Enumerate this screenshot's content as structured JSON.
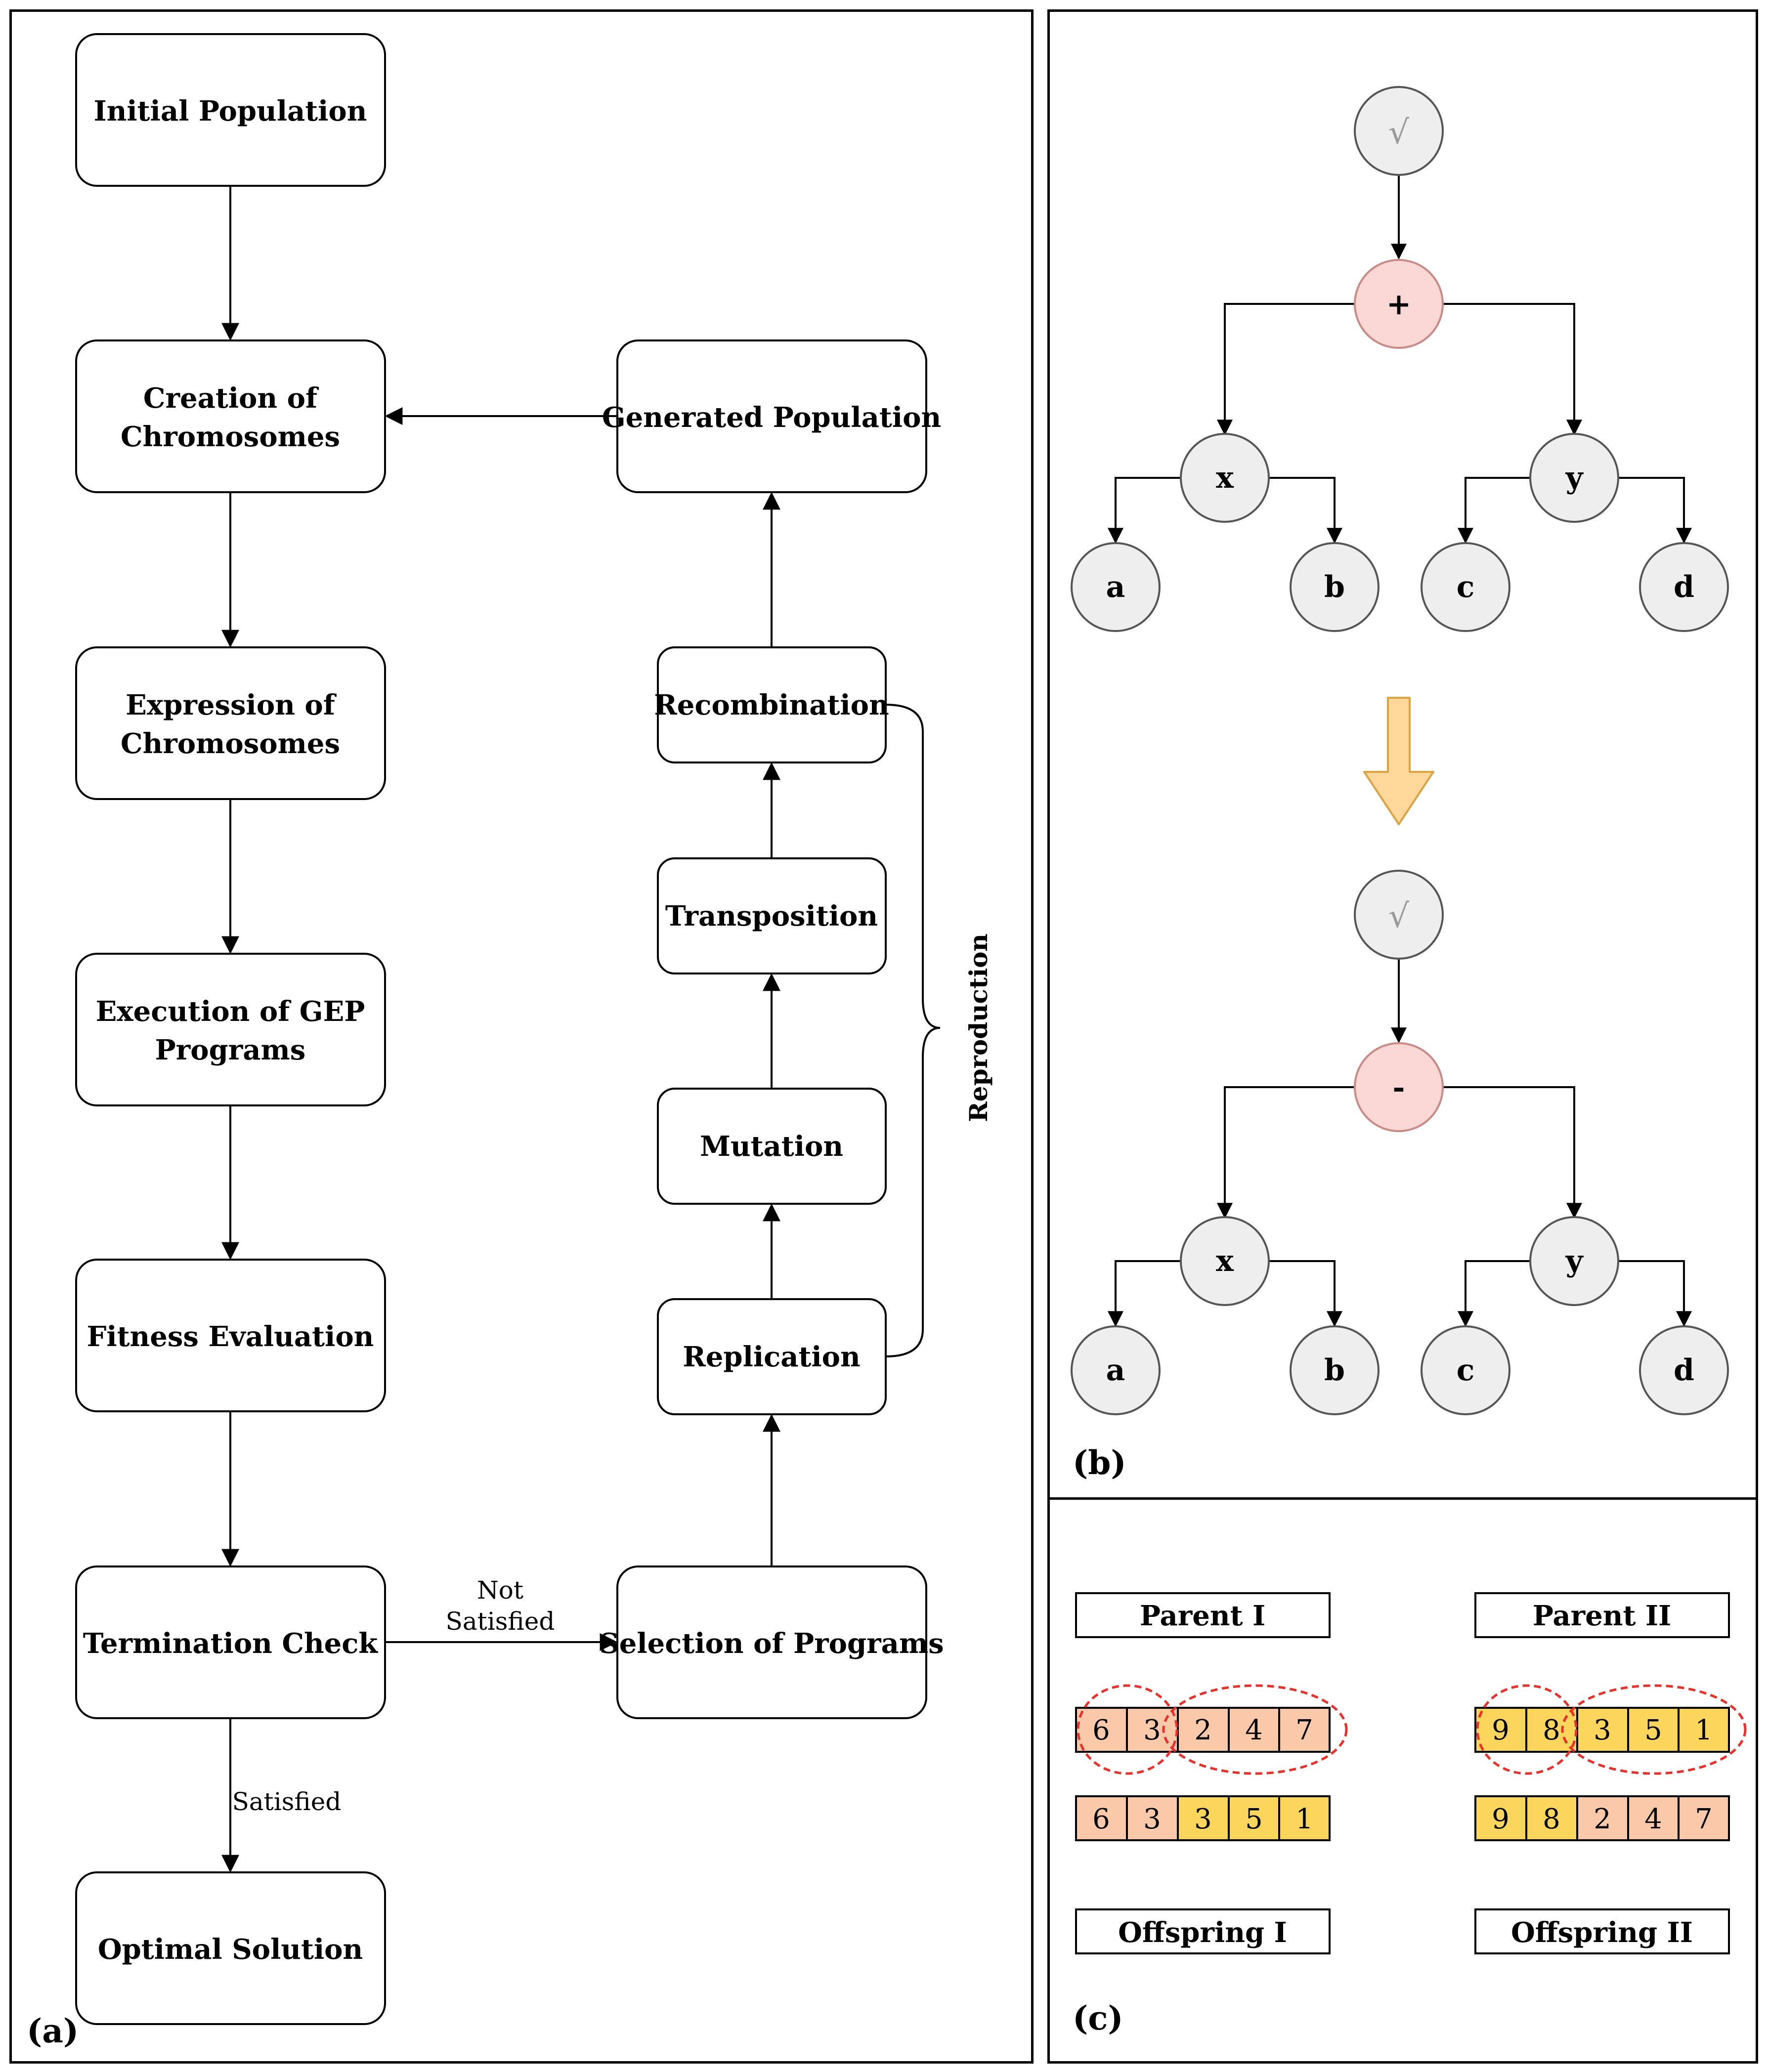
{
  "panel_a": {
    "label": "(a)",
    "boxes": {
      "initial_population": [
        "Initial Population"
      ],
      "creation": [
        "Creation of",
        "Chromosomes"
      ],
      "expression": [
        "Expression of",
        "Chromosomes"
      ],
      "execution": [
        "Execution of GEP",
        "Programs"
      ],
      "fitness": [
        "Fitness Evaluation"
      ],
      "termination": [
        "Termination Check"
      ],
      "optimal": [
        "Optimal Solution"
      ],
      "generated": [
        "Generated Population"
      ],
      "recombination": [
        "Recombination"
      ],
      "transposition": [
        "Transposition"
      ],
      "mutation": [
        "Mutation"
      ],
      "replication": [
        "Replication"
      ],
      "selection": [
        "Selection of Programs"
      ]
    },
    "edge_labels": {
      "not_satisfied": [
        "Not",
        "Satisfied"
      ],
      "satisfied": "Satisfied",
      "reproduction": "Reproduction"
    }
  },
  "panel_b": {
    "label": "(b)",
    "top_tree": {
      "root": "√",
      "op": "+",
      "left": "x",
      "right": "y",
      "leaves": [
        "a",
        "b",
        "c",
        "d"
      ]
    },
    "bottom_tree": {
      "root": "√",
      "op": "-",
      "left": "x",
      "right": "y",
      "leaves": [
        "a",
        "b",
        "c",
        "d"
      ]
    },
    "colors": {
      "operator_fill": "#f8d7d5",
      "operator_stroke": "#c98a86",
      "node_fill": "#eeeeee",
      "node_stroke": "#555555",
      "arrow_fill": "#ffd79a",
      "arrow_stroke": "#d9a441"
    }
  },
  "panel_c": {
    "label": "(c)",
    "parent1_label": "Parent I",
    "parent2_label": "Parent II",
    "offspring1_label": "Offspring I",
    "offspring2_label": "Offspring II",
    "parent1": [
      "6",
      "3",
      "2",
      "4",
      "7"
    ],
    "parent2": [
      "9",
      "8",
      "3",
      "5",
      "1"
    ],
    "offspring1": [
      "6",
      "3",
      "3",
      "5",
      "1"
    ],
    "offspring2": [
      "9",
      "8",
      "2",
      "4",
      "7"
    ],
    "colors": {
      "salmon": "#f9c9a9",
      "yellow": "#fcd55c",
      "crossover_ellipse": "#e8312a"
    }
  }
}
